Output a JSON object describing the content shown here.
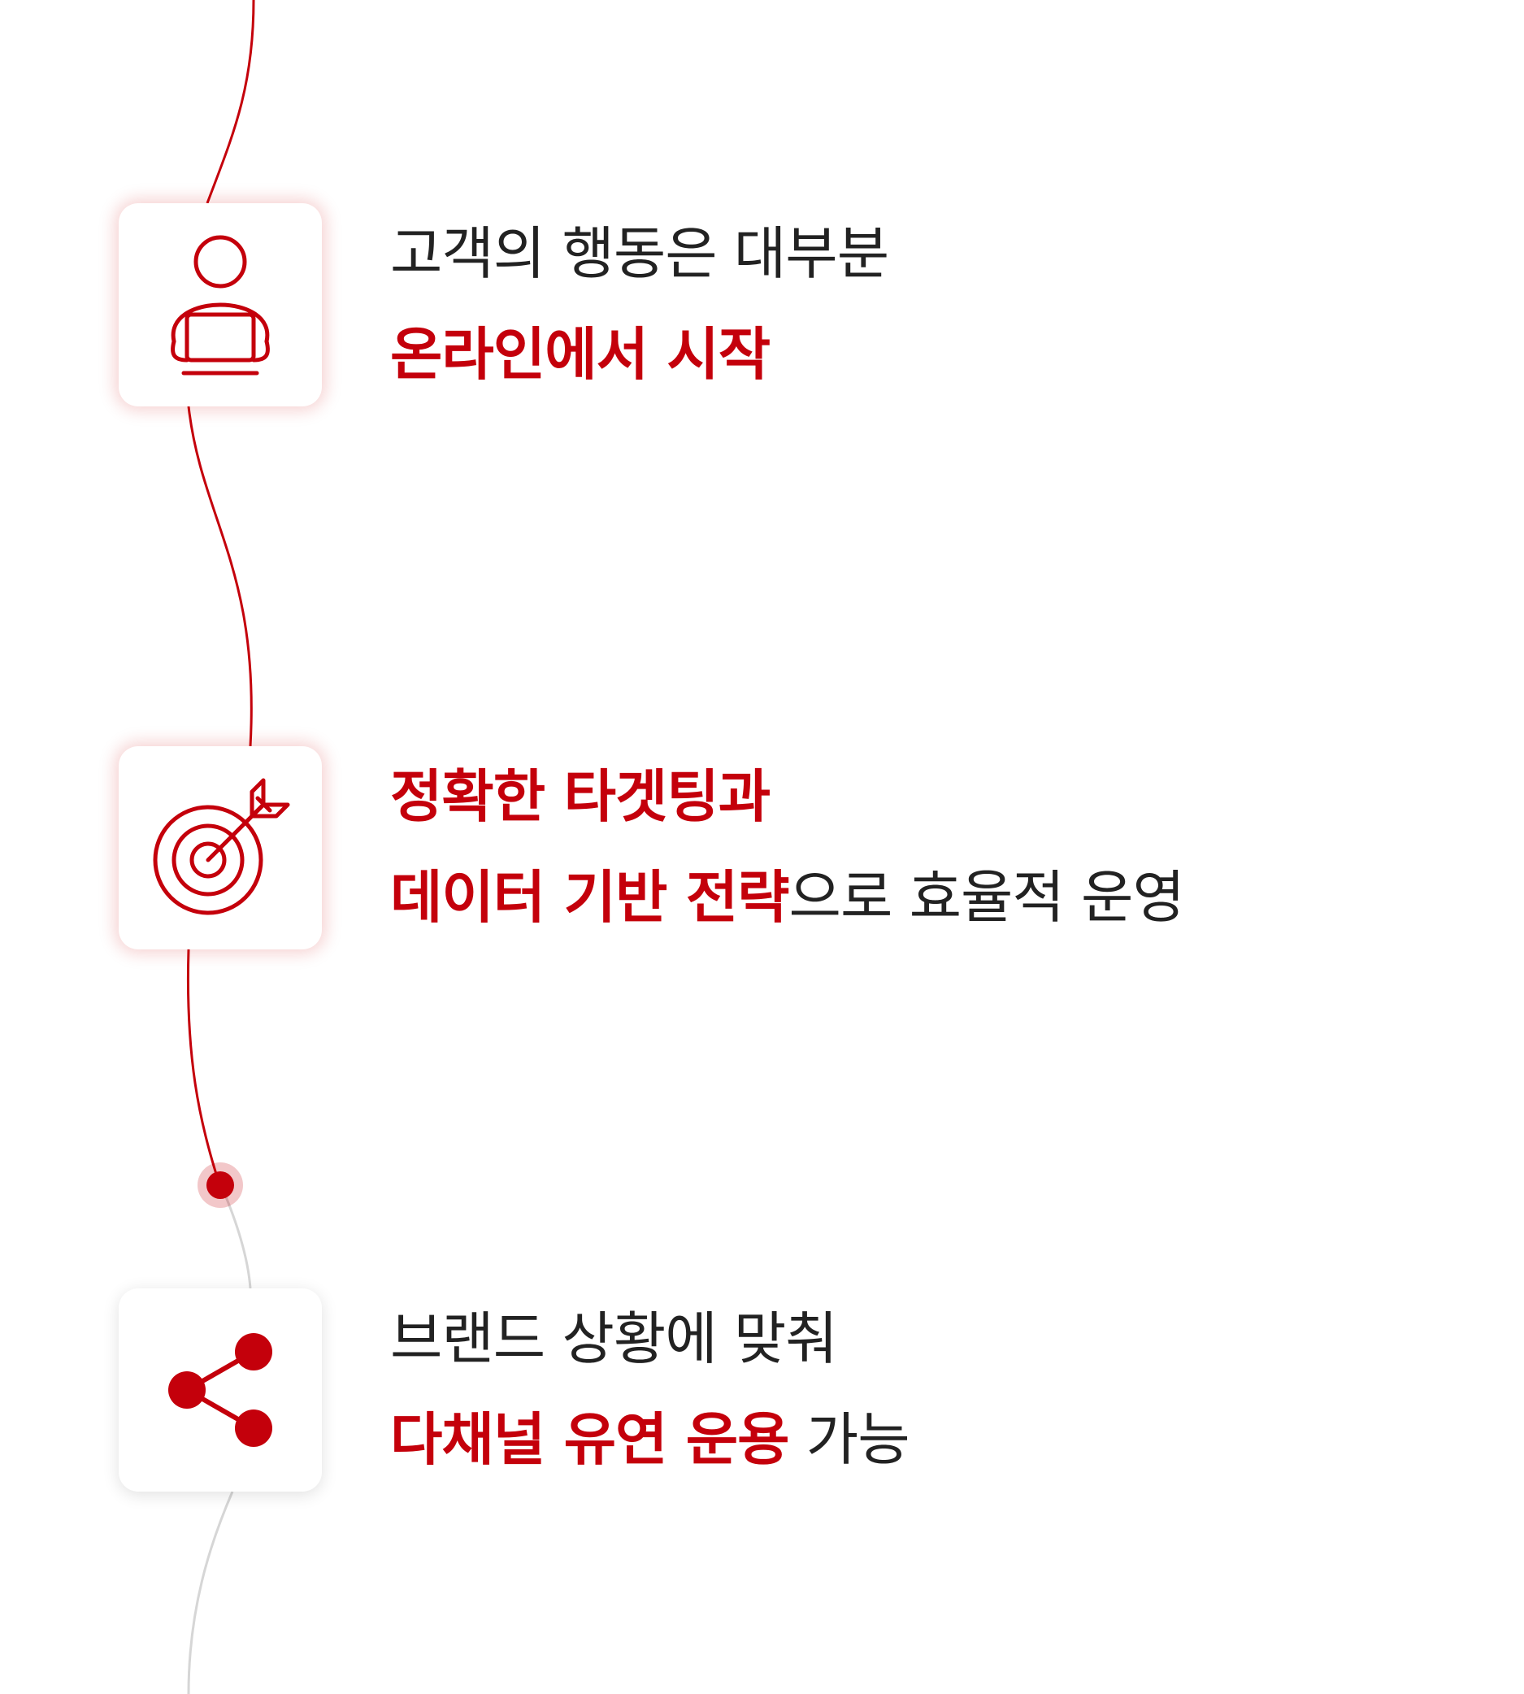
{
  "colors": {
    "accent": "#c4000b",
    "text": "#222222",
    "track_done": "#c4000b",
    "track_pending": "#d6d6d6",
    "background": "#ffffff"
  },
  "items": [
    {
      "icon": "person-laptop-icon",
      "line1": {
        "plain": "고객의 행동은 대부분"
      },
      "line2": {
        "highlight": "온라인에서 시작"
      }
    },
    {
      "icon": "target-arrow-icon",
      "line1": {
        "highlight": "정확한 타겟팅과"
      },
      "line2": {
        "highlight": "데이터 기반 전략",
        "plain": "으로 효율적 운영"
      }
    },
    {
      "icon": "share-icon",
      "line1": {
        "plain": "브랜드 상황에 맞춰"
      },
      "line2": {
        "highlight": "다채널 유연 운용",
        "plain": " 가능"
      }
    }
  ]
}
